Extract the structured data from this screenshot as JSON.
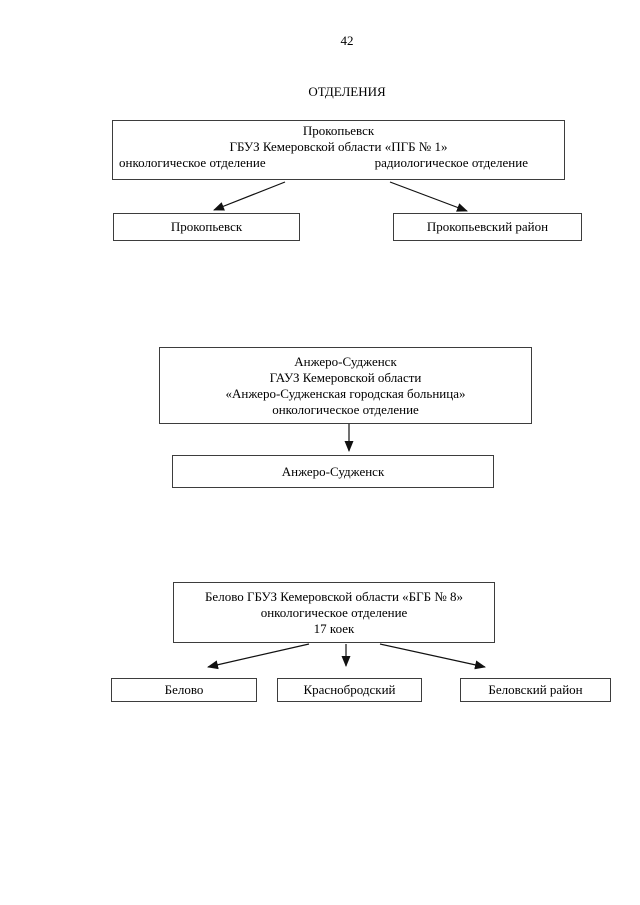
{
  "colors": {
    "background": "#ffffff",
    "text": "#000000",
    "box_border": "#3d3d3d",
    "arrow": "#111111"
  },
  "page": {
    "number": "42",
    "title": "ОТДЕЛЕНИЯ"
  },
  "diagram1": {
    "parent": {
      "line1": "Прокопьевск",
      "line2": "ГБУЗ Кемеровской области «ПГБ № 1»",
      "dept_left": "онкологическое отделение",
      "dept_right": "радиологическое отделение"
    },
    "child_left": "Прокопьевск",
    "child_right": "Прокопьевский район"
  },
  "diagram2": {
    "parent": {
      "line1": "Анжеро-Судженск",
      "line2": "ГАУЗ Кемеровской области",
      "line3": "«Анжеро-Судженская городская больница»",
      "line4": "онкологическое отделение"
    },
    "child": "Анжеро-Судженск"
  },
  "diagram3": {
    "parent": {
      "line1": "Белово ГБУЗ Кемеровской области «БГБ № 8»",
      "line2": "онкологическое отделение",
      "line3": "17 коек"
    },
    "child_left": "Белово",
    "child_middle": "Краснобродский",
    "child_right": "Беловский район"
  }
}
